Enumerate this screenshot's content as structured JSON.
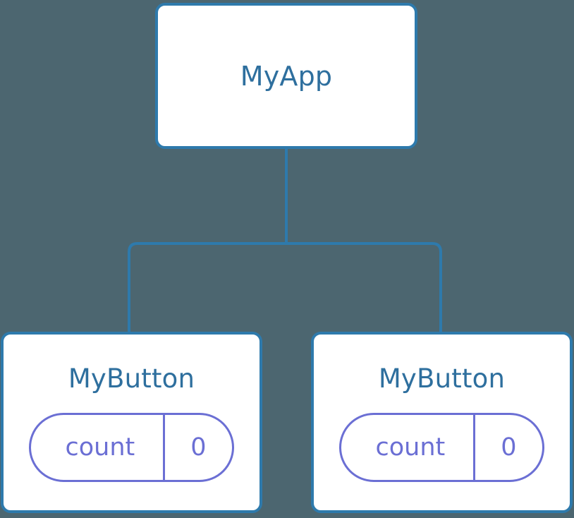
{
  "diagram": {
    "type": "component-tree",
    "background_color": "#4c6670",
    "node_border_color": "#2e7aac",
    "node_fill_color": "#ffffff",
    "node_title_color": "#2e6f9e",
    "badge_color": "#6b6fd4",
    "edge_color": "#2e7aac",
    "root": {
      "label": "MyApp"
    },
    "children": [
      {
        "label": "MyButton",
        "state": {
          "key": "count",
          "value": "0"
        }
      },
      {
        "label": "MyButton",
        "state": {
          "key": "count",
          "value": "0"
        }
      }
    ]
  }
}
